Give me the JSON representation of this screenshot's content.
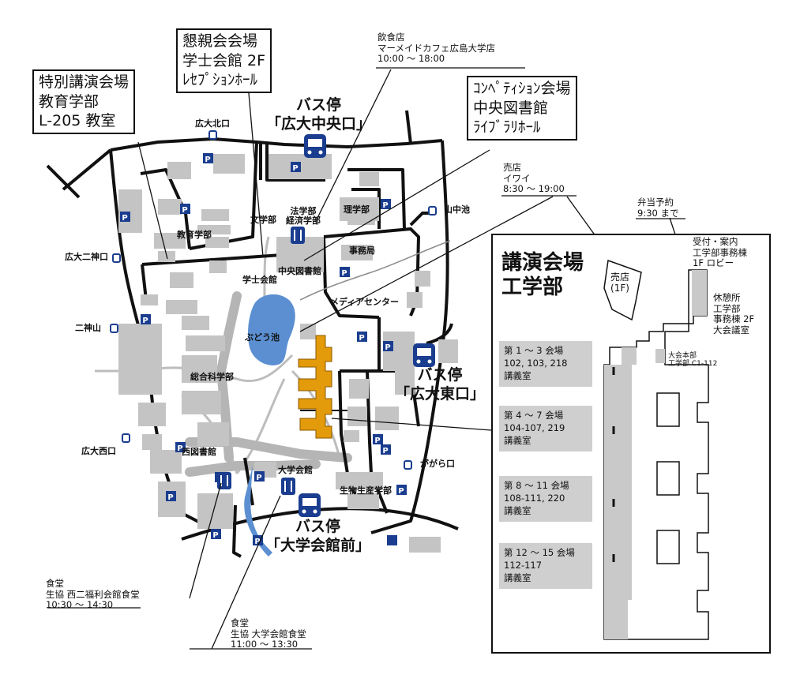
{
  "colors": {
    "pond": "#5b8fd1",
    "venue_building": "#e39a0b",
    "building": "#c4c4c4",
    "path": "#bdbdbd",
    "bus_icon": "#1a3d8f",
    "parking": "#1a3d8f"
  },
  "callouts": {
    "special_lecture": [
      "特別講演会場",
      "教育学部",
      "L-205 教室"
    ],
    "reception": [
      "懇親会会場",
      "学士会館 2F",
      "ﾚｾﾌﾟｼｮﾝﾎｰﾙ"
    ],
    "competition": [
      "ｺﾝﾍﾟﾃｨｼｮﾝ会場",
      "中央図書館",
      "ﾗｲﾌﾞﾗﾘﾎｰﾙ"
    ]
  },
  "info": {
    "restaurant": [
      "飲食店",
      "マーメイドカフェ広島大学店",
      "10:00 ～ 18:00"
    ],
    "shop": [
      "売店",
      "イワイ",
      "8:30 ～ 19:00"
    ],
    "bento": [
      "弁当予約",
      "9:30 まで"
    ],
    "reception_desk": [
      "受付・案内",
      "工学部事務棟",
      "1F ロビー"
    ],
    "rest_area": [
      "休憩所",
      "工学部",
      "事務棟 2F",
      "大会議室"
    ],
    "hq": [
      "大会本部",
      "工学部 C1-112"
    ],
    "cafeteria_west": [
      "食堂",
      "生協 西二福利会館食堂",
      "10:30 ～ 14:30"
    ],
    "cafeteria_hall": [
      "食堂",
      "生協 大学会館食堂",
      "11:00 ～ 13:30"
    ]
  },
  "bus_stops": {
    "central": {
      "title": "バス停",
      "name": "「広大中央口」"
    },
    "east": {
      "title": "バス停",
      "name": "「広大東口」"
    },
    "hall": {
      "title": "バス停",
      "name": "「大学会館前」"
    }
  },
  "map_labels": {
    "north_gate": "広大北口",
    "yamanaka_pond": "山中池",
    "nishinokamiguchi": "広大二神口",
    "futagamiyama": "二神山",
    "west_gate": "広大西口",
    "gagara_gate": "ががら口",
    "literature": "文学部",
    "law_econ": [
      "法学部",
      "経済学部"
    ],
    "science": "理学部",
    "education": "教育学部",
    "admin": "事務局",
    "central_library": "中央図書館",
    "gakushi_kaikan": "学士会館",
    "media_center": "メディアセンター",
    "budou_pond": "ぶどう池",
    "integrated_arts": "総合科学部",
    "west_library": "西図書館",
    "univ_hall": "大学会館",
    "bio_sci": "生物生産学部",
    "parking": "P"
  },
  "inset": {
    "title": [
      "講演会場",
      "工学部"
    ],
    "shop_label": [
      "売店",
      "(1F)"
    ],
    "rooms": [
      [
        "第 1 ～ 3 会場",
        "102, 103, 218",
        "講義室"
      ],
      [
        "第 4 ～ 7 会場",
        "104-107, 219",
        "講義室"
      ],
      [
        "第 8 ～ 11 会場",
        "108-111, 220",
        "講義室"
      ],
      [
        "第 12 ～ 15 会場",
        "112-117",
        "講義室"
      ]
    ]
  }
}
